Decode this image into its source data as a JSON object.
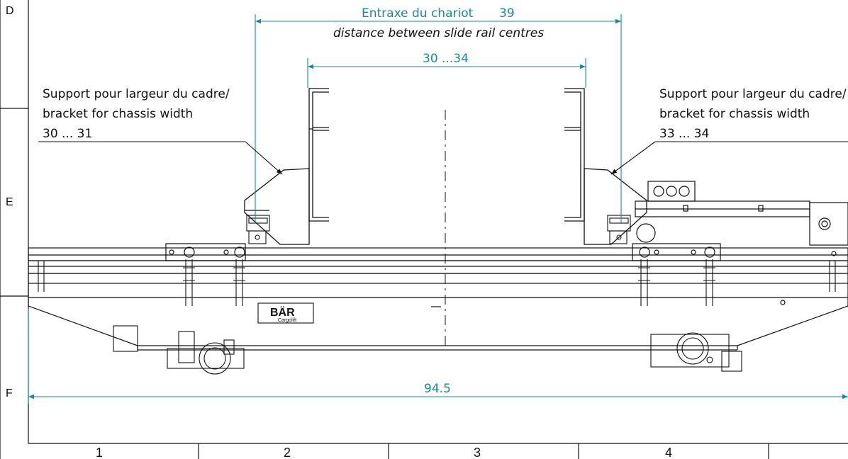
{
  "frame": {
    "row_labels": [
      "D",
      "E",
      "F"
    ],
    "column_labels": [
      "1",
      "2",
      "3",
      "4"
    ]
  },
  "dimensions": {
    "slide_rail_centres": {
      "label_fr": "Entraxe du chariot",
      "value": "39",
      "label_en": "distance between slide rail centres"
    },
    "chassis_width_range": {
      "value": "30 ...34"
    },
    "overall_width": {
      "value": "94.5"
    }
  },
  "notes": {
    "left_bracket": {
      "line1": "Support pour largeur du cadre/",
      "line2": "bracket for chassis width",
      "line3": "30 ... 31"
    },
    "right_bracket": {
      "line1": "Support pour largeur du cadre/",
      "line2": "bracket for chassis width",
      "line3": "33 ... 34"
    }
  },
  "logo": {
    "brand": "BÄR",
    "sub": "Cargolift"
  },
  "colors": {
    "dimension": "#1a8c8c",
    "line": "#111111"
  }
}
